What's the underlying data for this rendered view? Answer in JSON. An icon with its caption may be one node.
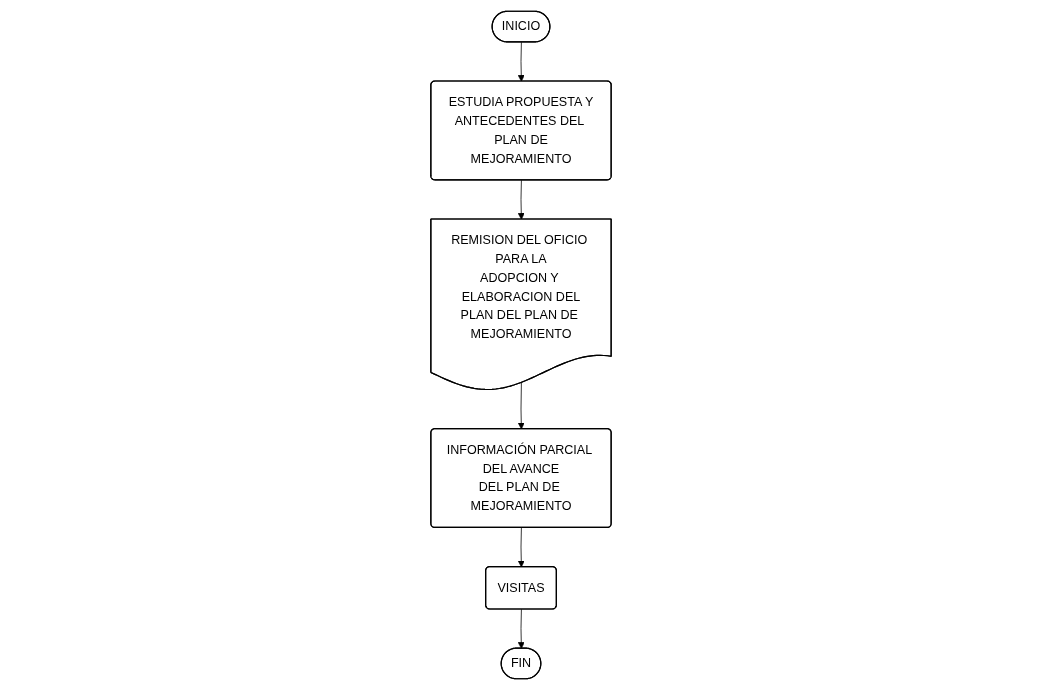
{
  "diagram": {
    "nodes": [
      {
        "text": [
          "INICIO"
        ]
      },
      {
        "text": [
          "ESTUDIA PROPUESTA Y ANTECEDENTES DEL PLAN DE MEJORAMIENTO"
        ]
      },
      {
        "text": [
          "REMISION DEL OFICIO PARA LA ADOPCION Y ELABORACION DEL PLAN DEL PLAN DE MEJORAMIENTO"
        ]
      },
      {
        "text": [
          "INFORMACIÓN PARCIAL DEL AVANCE DEL PLAN DE MEJORAMIENTO"
        ]
      },
      {
        "text": [
          "VISITAS"
        ]
      },
      {
        "text": [
          "FIN"
        ]
      }
    ],
    "edges": [
      {
        "from": 0,
        "to": 1,
        "arrow": "to"
      },
      {
        "from": 1,
        "to": 2,
        "arrow": "to"
      },
      {
        "from": 2,
        "to": 3,
        "arrow": "to"
      },
      {
        "from": 3,
        "to": 4,
        "arrow": "to"
      },
      {
        "from": 4,
        "to": 5,
        "arrow": "to"
      }
    ]
  }
}
